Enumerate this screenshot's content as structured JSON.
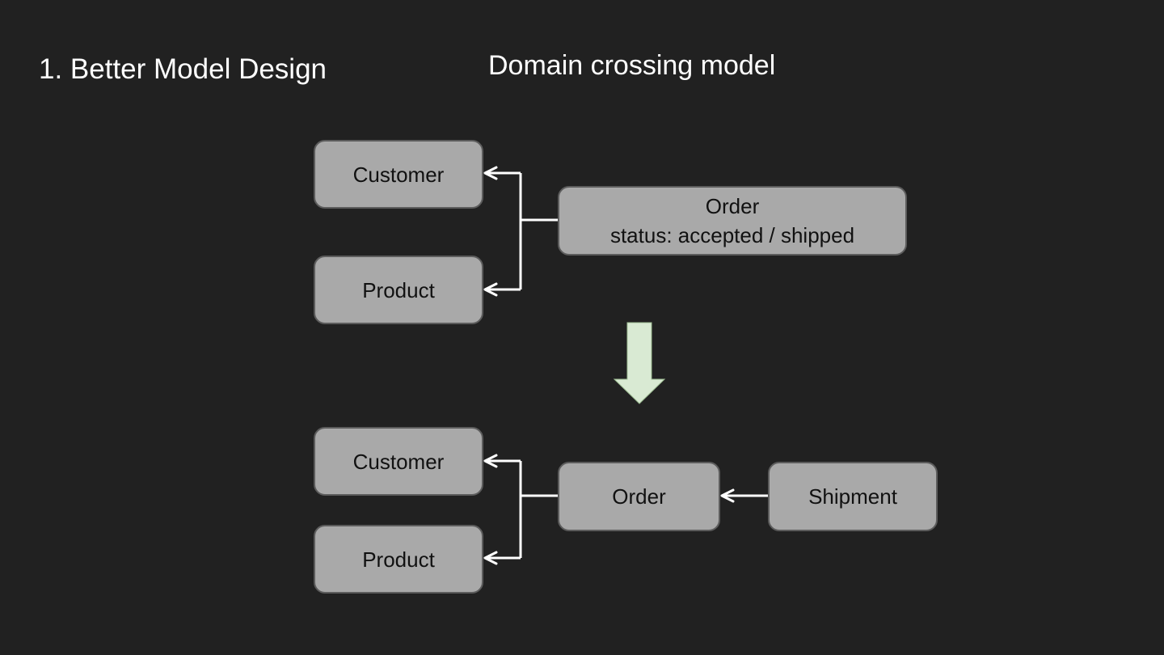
{
  "slide": {
    "title": "1. Better Model Design"
  },
  "diagram": {
    "title": "Domain crossing model",
    "before": {
      "customer": "Customer",
      "product": "Product",
      "order_name": "Order",
      "order_status": "status: accepted / shipped"
    },
    "after": {
      "customer": "Customer",
      "product": "Product",
      "order": "Order",
      "shipment": "Shipment"
    }
  },
  "colors": {
    "background": "#212121",
    "box_fill": "#a9a9a9",
    "box_border": "#5c5c5c",
    "connector": "#ffffff",
    "transition_arrow": "#d9ead3"
  },
  "icons": {
    "transition": "down-arrow-icon"
  }
}
